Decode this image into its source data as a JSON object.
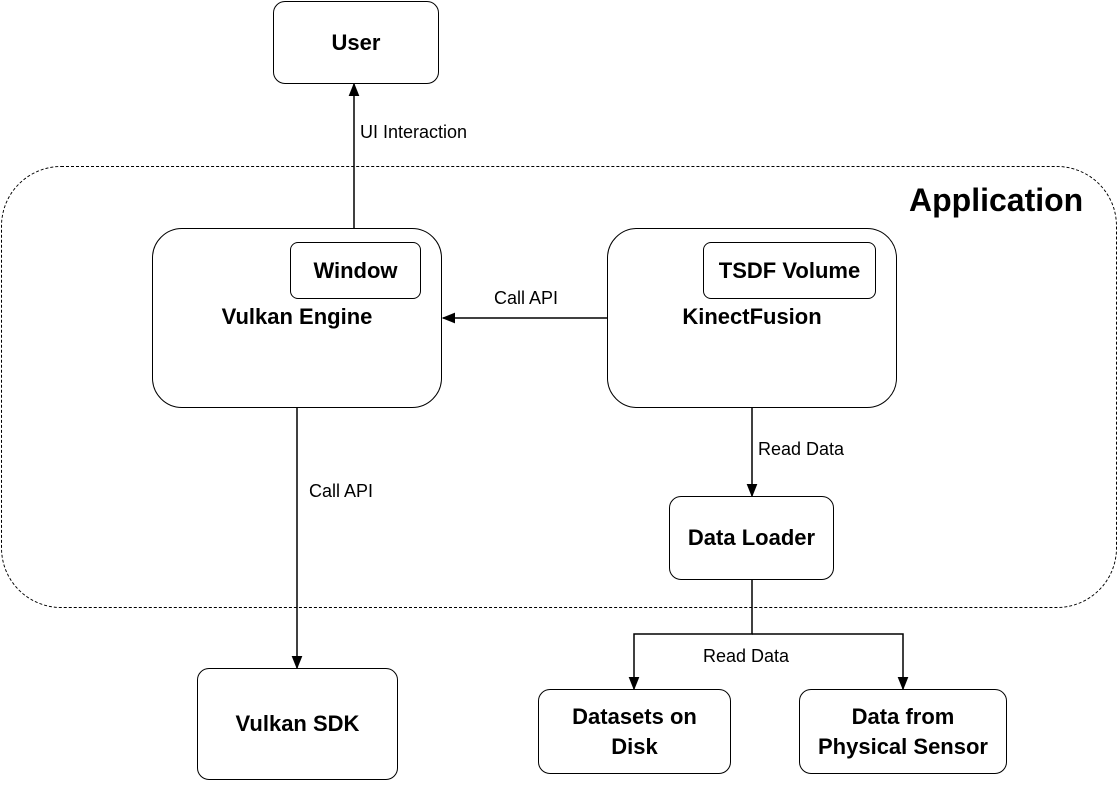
{
  "group": {
    "title": "Application"
  },
  "nodes": {
    "user": "User",
    "window": "Window",
    "vulkan_engine": "Vulkan Engine",
    "tsdf_volume": "TSDF Volume",
    "kinectfusion": "KinectFusion",
    "data_loader": "Data Loader",
    "vulkan_sdk": "Vulkan SDK",
    "datasets_on_disk": "Datasets on Disk",
    "physical_sensor": "Data from Physical Sensor"
  },
  "edges": {
    "ui_interaction": "UI Interaction",
    "call_api_engine": "Call API",
    "call_api_sdk": "Call API",
    "read_data_loader": "Read Data",
    "read_data_sources": "Read Data"
  }
}
